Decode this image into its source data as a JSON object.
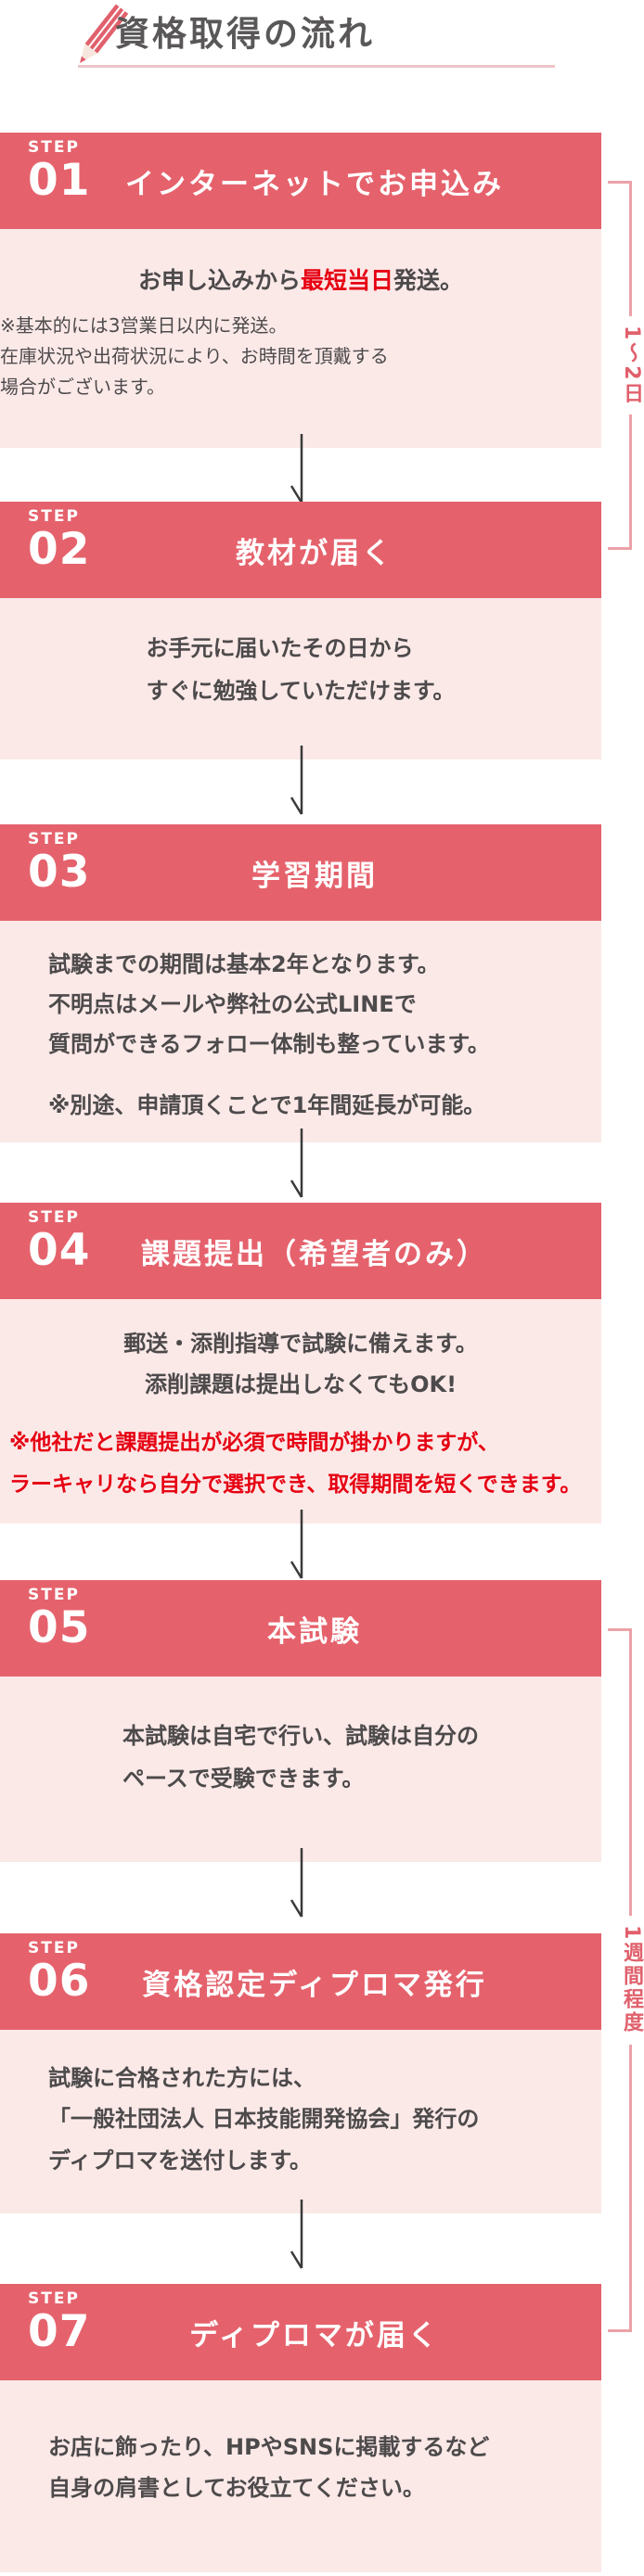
{
  "title": {
    "text": "資格取得の流れ"
  },
  "colors": {
    "header_red": "#e5626c",
    "body_pink": "#fbe9e8",
    "accent_red": "#e60012",
    "text_dark": "#4d4a4b",
    "bracket_pink": "#eba2a8",
    "underline_pink": "#ecc4c7"
  },
  "side_labels": {
    "first": "1〜2日",
    "second": "1週間程度"
  },
  "steps": {
    "s1": {
      "step": "STEP",
      "num": "01",
      "title": "インターネットでお申込み",
      "main_prefix": "お申し込みから",
      "main_highlight": "最短当日",
      "main_suffix": "発送。",
      "note1": "※基本的には3営業日以内に発送。",
      "note2": "在庫状況や出荷状況により、お時間を頂戴する",
      "note3": "場合がございます。"
    },
    "s2": {
      "step": "STEP",
      "num": "02",
      "title": "教材が届く",
      "line1": "お手元に届いたその日から",
      "line2": "すぐに勉強していただけます。"
    },
    "s3": {
      "step": "STEP",
      "num": "03",
      "title": "学習期間",
      "line1": "試験までの期間は基本2年となります。",
      "line2": "不明点はメールや弊社の公式LINEで",
      "line3": "質問ができるフォロー体制も整っています。",
      "note": "※別途、申請頂くことで1年間延長が可能。"
    },
    "s4": {
      "step": "STEP",
      "num": "04",
      "title": "課題提出（希望者のみ）",
      "line1": "郵送・添削指導で試験に備えます。",
      "line2": "添削課題は提出しなくてもOK!",
      "red1": "※他社だと課題提出が必須で時間が掛かりますが、",
      "red2": "ラーキャリなら自分で選択でき、取得期間を短くできます。"
    },
    "s5": {
      "step": "STEP",
      "num": "05",
      "title": "本試験",
      "line1": "本試験は自宅で行い、試験は自分の",
      "line2": "ペースで受験できます。"
    },
    "s6": {
      "step": "STEP",
      "num": "06",
      "title": "資格認定ディプロマ発行",
      "line1": "試験に合格された方には、",
      "line2": "「一般社団法人 日本技能開発協会」発行の",
      "line3": "ディプロマを送付します。"
    },
    "s7": {
      "step": "STEP",
      "num": "07",
      "title": "ディプロマが届く",
      "line1": "お店に飾ったり、HPやSNSに掲載するなど",
      "line2": "自身の肩書としてお役立てください。"
    }
  }
}
